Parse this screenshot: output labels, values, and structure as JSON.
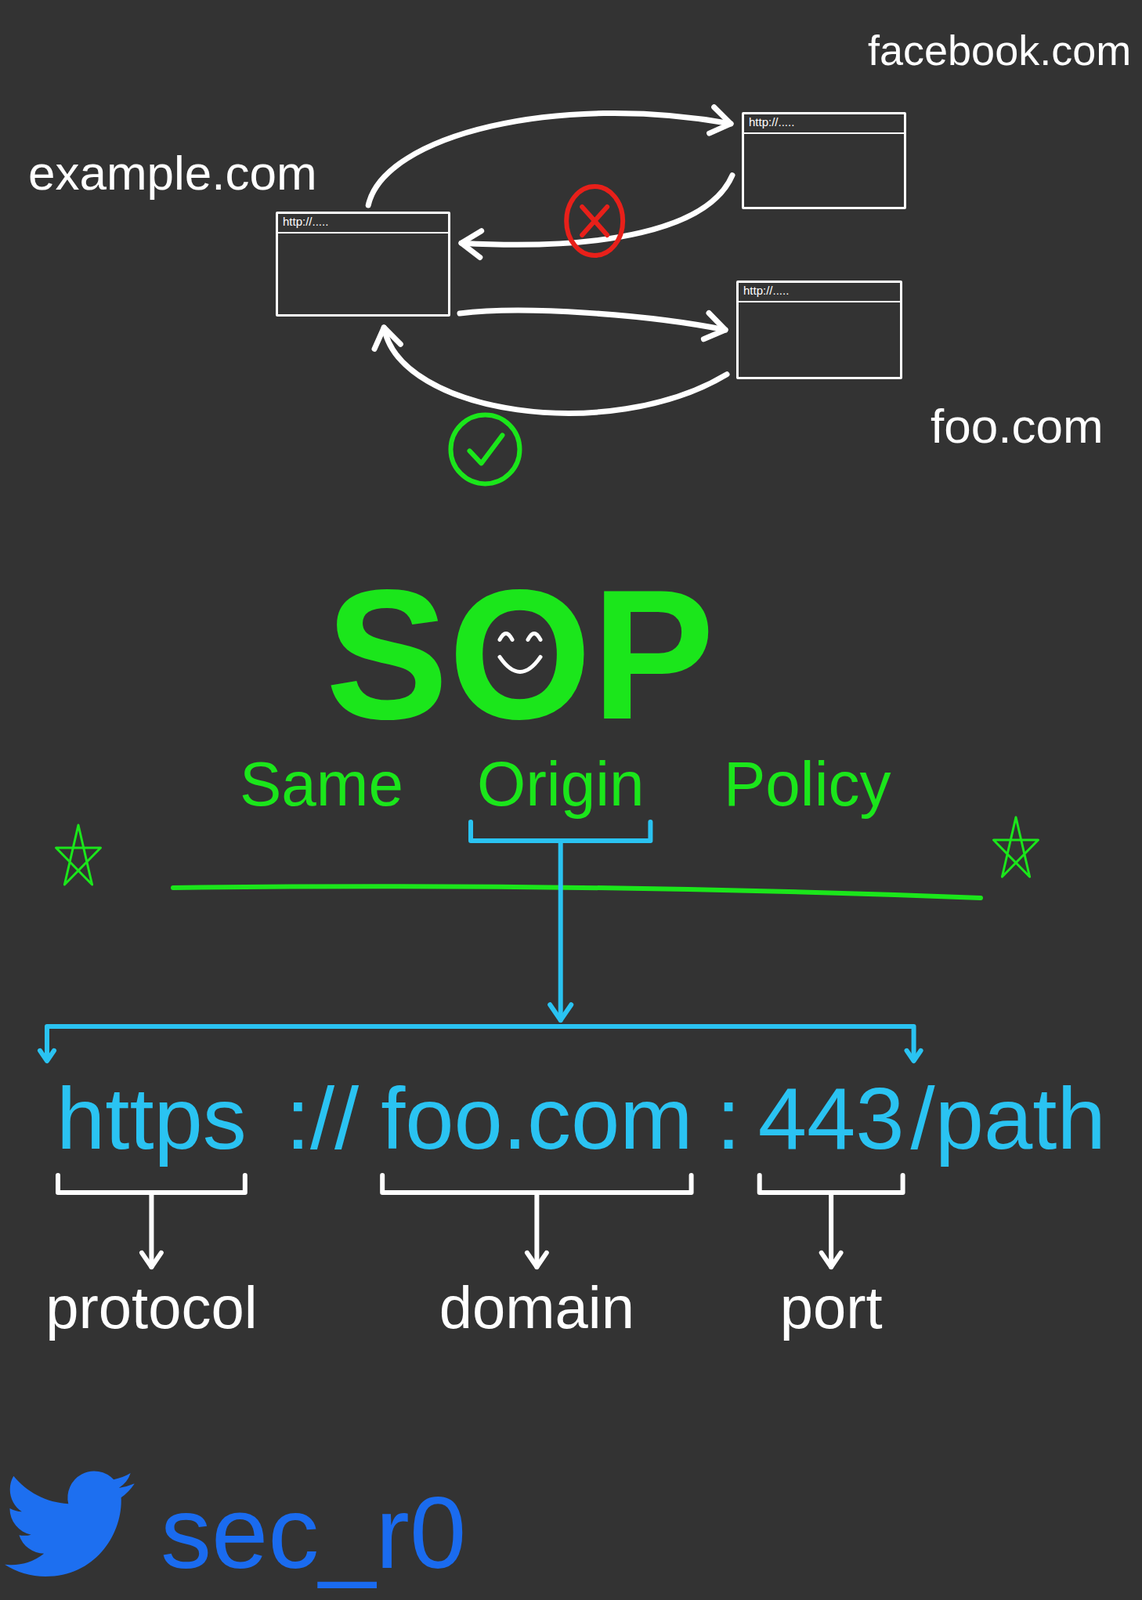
{
  "diagram": {
    "title": "SOP",
    "nodes": [
      {
        "text": [
          "example.com",
          "http://....."
        ]
      },
      {
        "text": [
          "facebook.com",
          "http://....."
        ]
      },
      {
        "text": [
          "foo.com",
          "http://....."
        ]
      }
    ],
    "edges": [
      {
        "from": 0,
        "to": 1,
        "arrow": "to"
      },
      {
        "from": 1,
        "to": 0,
        "arrow": "to"
      },
      {
        "from": 0,
        "to": 2,
        "arrow": "to"
      },
      {
        "from": 2,
        "to": 0,
        "arrow": "to"
      }
    ],
    "labels": [
      "Same",
      "Origin",
      "Policy",
      "https",
      "://",
      "foo.com",
      ":",
      "443",
      "/path",
      "protocol",
      "domain",
      "port",
      "sec_r0"
    ]
  }
}
